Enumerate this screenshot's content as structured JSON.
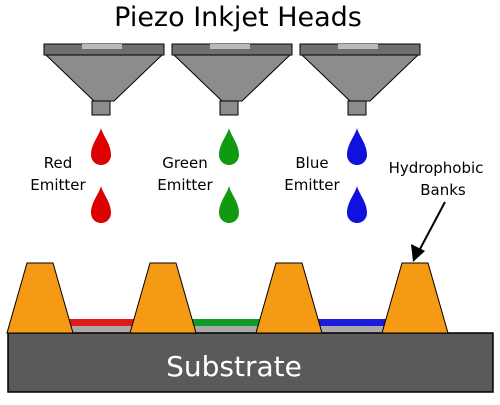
{
  "title": "Piezo Inkjet Heads",
  "substrate_label": "Substrate",
  "banks_label_line1": "Hydrophobic",
  "banks_label_line2": "Banks",
  "emitters": [
    {
      "line1": "Red",
      "line2": "Emitter",
      "color": "#dd0000"
    },
    {
      "line1": "Green",
      "line2": "Emitter",
      "color": "#119911"
    },
    {
      "line1": "Blue",
      "line2": "Emitter",
      "color": "#1111dd"
    }
  ],
  "colors": {
    "head_body": "#8c8c8c",
    "head_top": "#6f6f6f",
    "head_highlight": "#b9b9b9",
    "bank": "#f59a14",
    "bank_stroke": "#000000",
    "substrate": "#5a5a5a",
    "substrate_text": "#ffffff",
    "pixel_base": "#a9a9a9",
    "pixel_red": "#e01a1a",
    "pixel_green": "#139a2a",
    "pixel_blue": "#1c1cdc"
  }
}
